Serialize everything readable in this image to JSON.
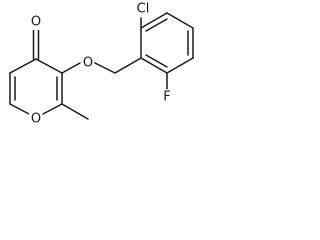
{
  "molecule": {
    "atoms": {
      "carbonyl_oxygen": "O",
      "ether_oxygen": "O",
      "ring_oxygen": "O",
      "chlorine": "Cl",
      "fluorine": "F"
    },
    "colors": {
      "bond": "#1a1a1a",
      "background": "#ffffff"
    }
  }
}
